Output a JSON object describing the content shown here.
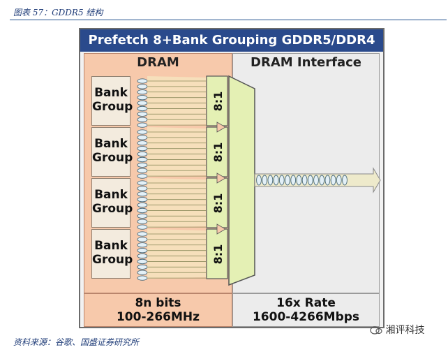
{
  "caption": "图表 57：GDDR5 结构",
  "source": "资料来源：谷歌、国盛证券研究所",
  "diagram": {
    "title": "Prefetch 8+Bank Grouping  GDDR5/DDR4",
    "dram_label": "DRAM",
    "interface_label": "DRAM Interface",
    "bank_groups": [
      {
        "line1": "Bank",
        "line2": "Group"
      },
      {
        "line1": "Bank",
        "line2": "Group"
      },
      {
        "line1": "Bank",
        "line2": "Group"
      },
      {
        "line1": "Bank",
        "line2": "Group"
      }
    ],
    "mux_ratio": "8:1",
    "dram_bits": "8n bits",
    "dram_freq": "100-266MHz",
    "iface_rate": "16x Rate",
    "iface_mbps": "1600-4266Mbps"
  },
  "watermark": "湘评科技",
  "colors": {
    "title_bg": "#2a4a8c",
    "dram_bg": "#f7c9ab",
    "iface_bg": "#ececec",
    "mux_fill": "#e4f0b4",
    "arrow_fill": "#eeeacb"
  }
}
